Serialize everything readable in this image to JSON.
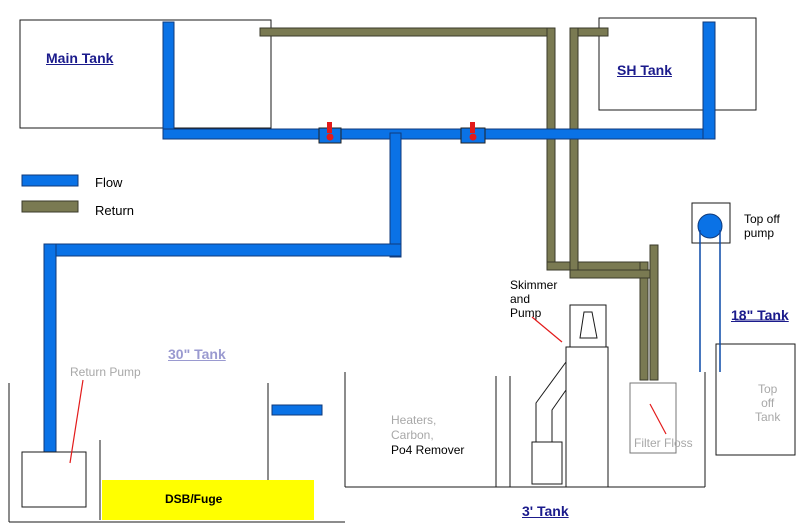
{
  "colors": {
    "flow_pipe": "#0a72e6",
    "return_pipe": "#7a7a52",
    "valve_handle": "#e31b1b",
    "tank_outline": "#1a1a1a",
    "title_text": "#1b1b8c",
    "sand_bed": "#ffff00",
    "faded_text": "#a8a8a8"
  },
  "tanks": {
    "main": "Main Tank",
    "sh": "SH Tank",
    "sump30": "30\" Tank",
    "tank18": "18\" Tank",
    "tank3ft": "3' Tank"
  },
  "legend": {
    "flow": "Flow",
    "return": "Return"
  },
  "labels": {
    "return_pump": "Return Pump",
    "dsb_fuge": "DSB/Fuge",
    "skimmer_pump": "Skimmer\nand\nPump",
    "heaters_line1": "Heaters,",
    "heaters_line2": "Carbon,",
    "heaters_line3": "Po4 Remover",
    "filter_floss": "Filter Floss",
    "topoff_pump": "Top off\npump",
    "topoff_tank": "Top\noff\nTank"
  },
  "icons": {
    "valve_left": "valve-icon",
    "valve_right": "valve-icon",
    "topoff_pump": "pump-icon",
    "skimmer": "skimmer-icon"
  }
}
